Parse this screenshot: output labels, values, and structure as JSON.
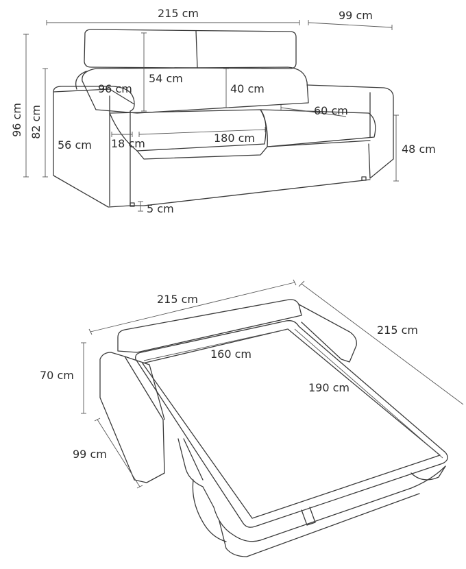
{
  "colors": {
    "line": "#3a3a3a",
    "dimension": "#555555",
    "text": "#2b2b2b"
  },
  "sofa_view": {
    "width": "215 cm",
    "depth": "99 cm",
    "height_total": "96 cm",
    "height_back": "82 cm",
    "arm_height": "56 cm",
    "arm_width": "18 cm",
    "headrest_drop": "54 cm",
    "back_to_seat": "40 cm",
    "seat_height_at_arm": "96 cm",
    "seat_depth": "60 cm",
    "seat_width": "180 cm",
    "seat_height": "48 cm",
    "foot_height": "5 cm"
  },
  "bed_view": {
    "width": "215 cm",
    "length": "215 cm",
    "height": "70 cm",
    "depth_closed": "99 cm",
    "mattress_width": "160 cm",
    "mattress_length": "190 cm"
  }
}
